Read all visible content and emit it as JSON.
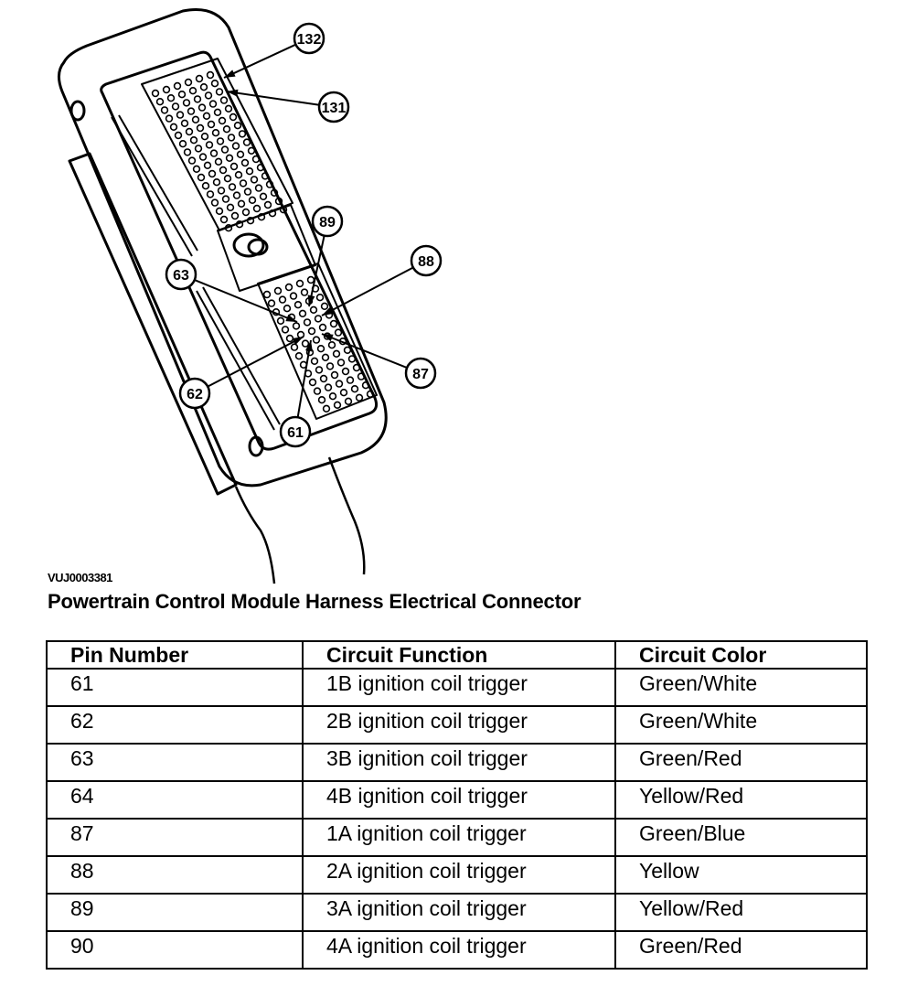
{
  "figure": {
    "callouts": [
      "132",
      "131",
      "89",
      "88",
      "63",
      "87",
      "62",
      "61"
    ],
    "code": "VUJ0003381",
    "title": "Powertrain Control Module Harness Electrical Connector"
  },
  "table": {
    "headers": [
      "Pin Number",
      "Circuit Function",
      "Circuit Color"
    ],
    "rows": [
      [
        "61",
        "1B ignition coil trigger",
        "Green/White"
      ],
      [
        "62",
        "2B ignition coil trigger",
        "Green/White"
      ],
      [
        "63",
        "3B ignition coil trigger",
        "Green/Red"
      ],
      [
        "64",
        "4B ignition coil trigger",
        "Yellow/Red"
      ],
      [
        "87",
        "1A ignition coil trigger",
        "Green/Blue"
      ],
      [
        "88",
        "2A ignition coil trigger",
        "Yellow"
      ],
      [
        "89",
        "3A ignition coil trigger",
        "Yellow/Red"
      ],
      [
        "90",
        "4A ignition coil trigger",
        "Green/Red"
      ]
    ]
  }
}
